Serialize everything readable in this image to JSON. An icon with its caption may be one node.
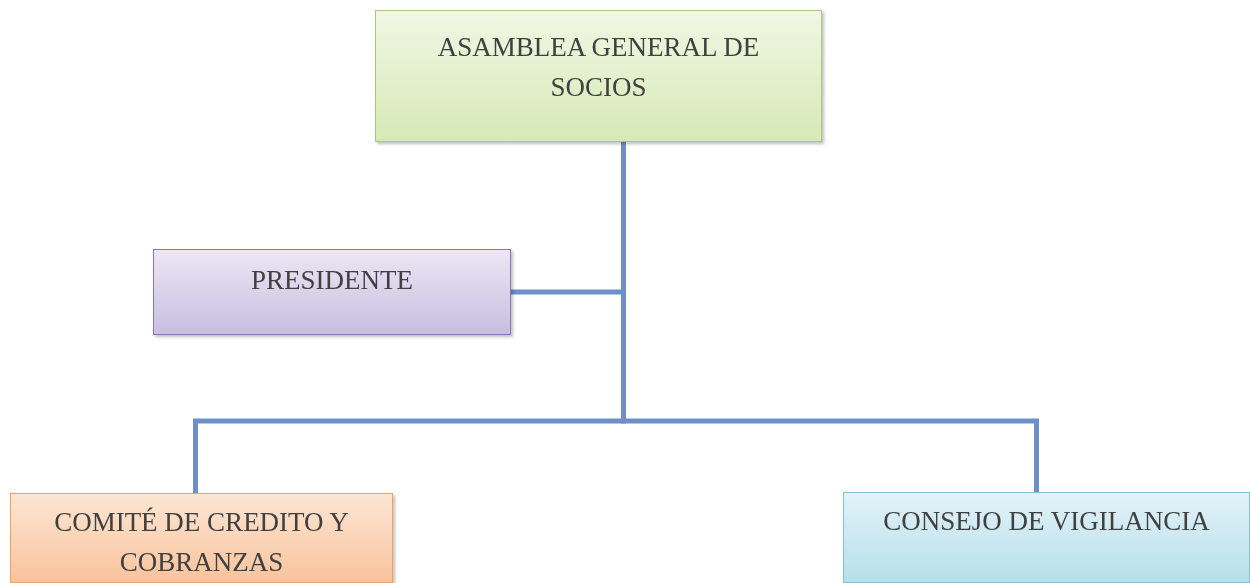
{
  "diagram": {
    "nodes": [
      {
        "text": [
          "ASAMBLEA GENERAL DE SOCIOS"
        ]
      },
      {
        "text": [
          "PRESIDENTE"
        ]
      },
      {
        "text": [
          "COMITÉ DE CREDITO Y COBRANZAS"
        ]
      },
      {
        "text": [
          "CONSEJO DE VIGILANCIA"
        ]
      }
    ],
    "edges": [
      {
        "from": 0,
        "to": 1,
        "arrow": "none"
      },
      {
        "from": 0,
        "to": 2,
        "arrow": "none"
      },
      {
        "from": 0,
        "to": 3,
        "arrow": "none"
      }
    ]
  }
}
